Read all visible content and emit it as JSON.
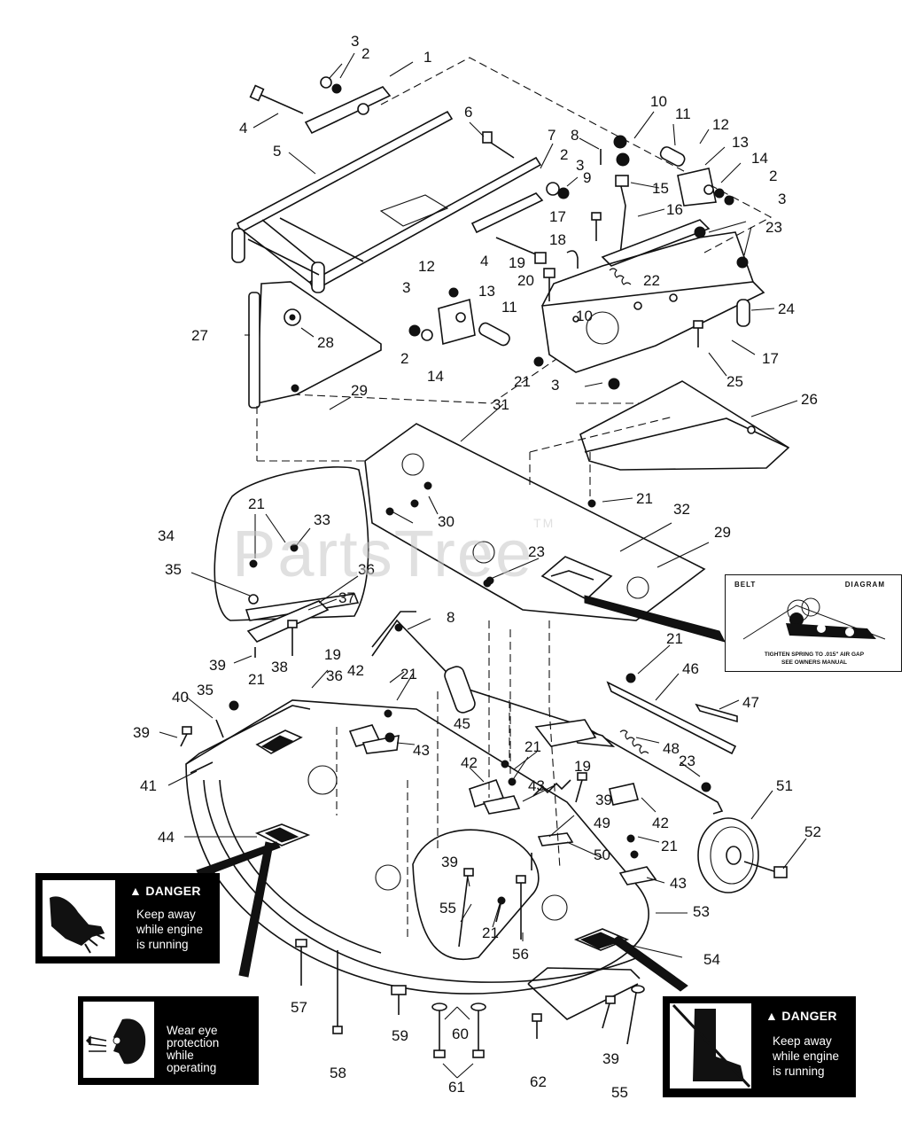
{
  "watermark": {
    "text": "PartsTree",
    "mark": "TM"
  },
  "callouts": [
    "1",
    "2",
    "3",
    "4",
    "5",
    "6",
    "7",
    "8",
    "9",
    "10",
    "11",
    "12",
    "13",
    "14",
    "15",
    "16",
    "17",
    "18",
    "19",
    "20",
    "21",
    "22",
    "23",
    "24",
    "25",
    "26",
    "27",
    "28",
    "29",
    "30",
    "31",
    "32",
    "33",
    "34",
    "35",
    "36",
    "37",
    "38",
    "39",
    "40",
    "41",
    "42",
    "43",
    "44",
    "45",
    "46",
    "47",
    "48",
    "49",
    "50",
    "51",
    "52",
    "53",
    "54",
    "55",
    "56",
    "57",
    "58",
    "59",
    "60",
    "61",
    "62"
  ],
  "belt_decal": {
    "title_left": "BELT",
    "title_right": "DIAGRAM",
    "note_line1": "TIGHTEN SPRING TO .015\" AIR GAP",
    "note_line2": "SEE OWNERS MANUAL"
  },
  "danger_label_left": {
    "heading": "DANGER",
    "body": [
      "Keep away",
      "while engine",
      "is running"
    ],
    "icon": "hand-injury-icon"
  },
  "eye_label": {
    "body": [
      "Wear eye",
      "protection",
      "while",
      "operating"
    ],
    "icon": "eye-protection-icon"
  },
  "danger_label_right": {
    "heading": "DANGER",
    "body": [
      "Keep away",
      "while engine",
      "is running"
    ],
    "icon": "foot-injury-icon"
  },
  "colors": {
    "ink": "#111111",
    "paper": "#ffffff",
    "label_bg": "#000000",
    "watermark": "#c8c8c8"
  }
}
